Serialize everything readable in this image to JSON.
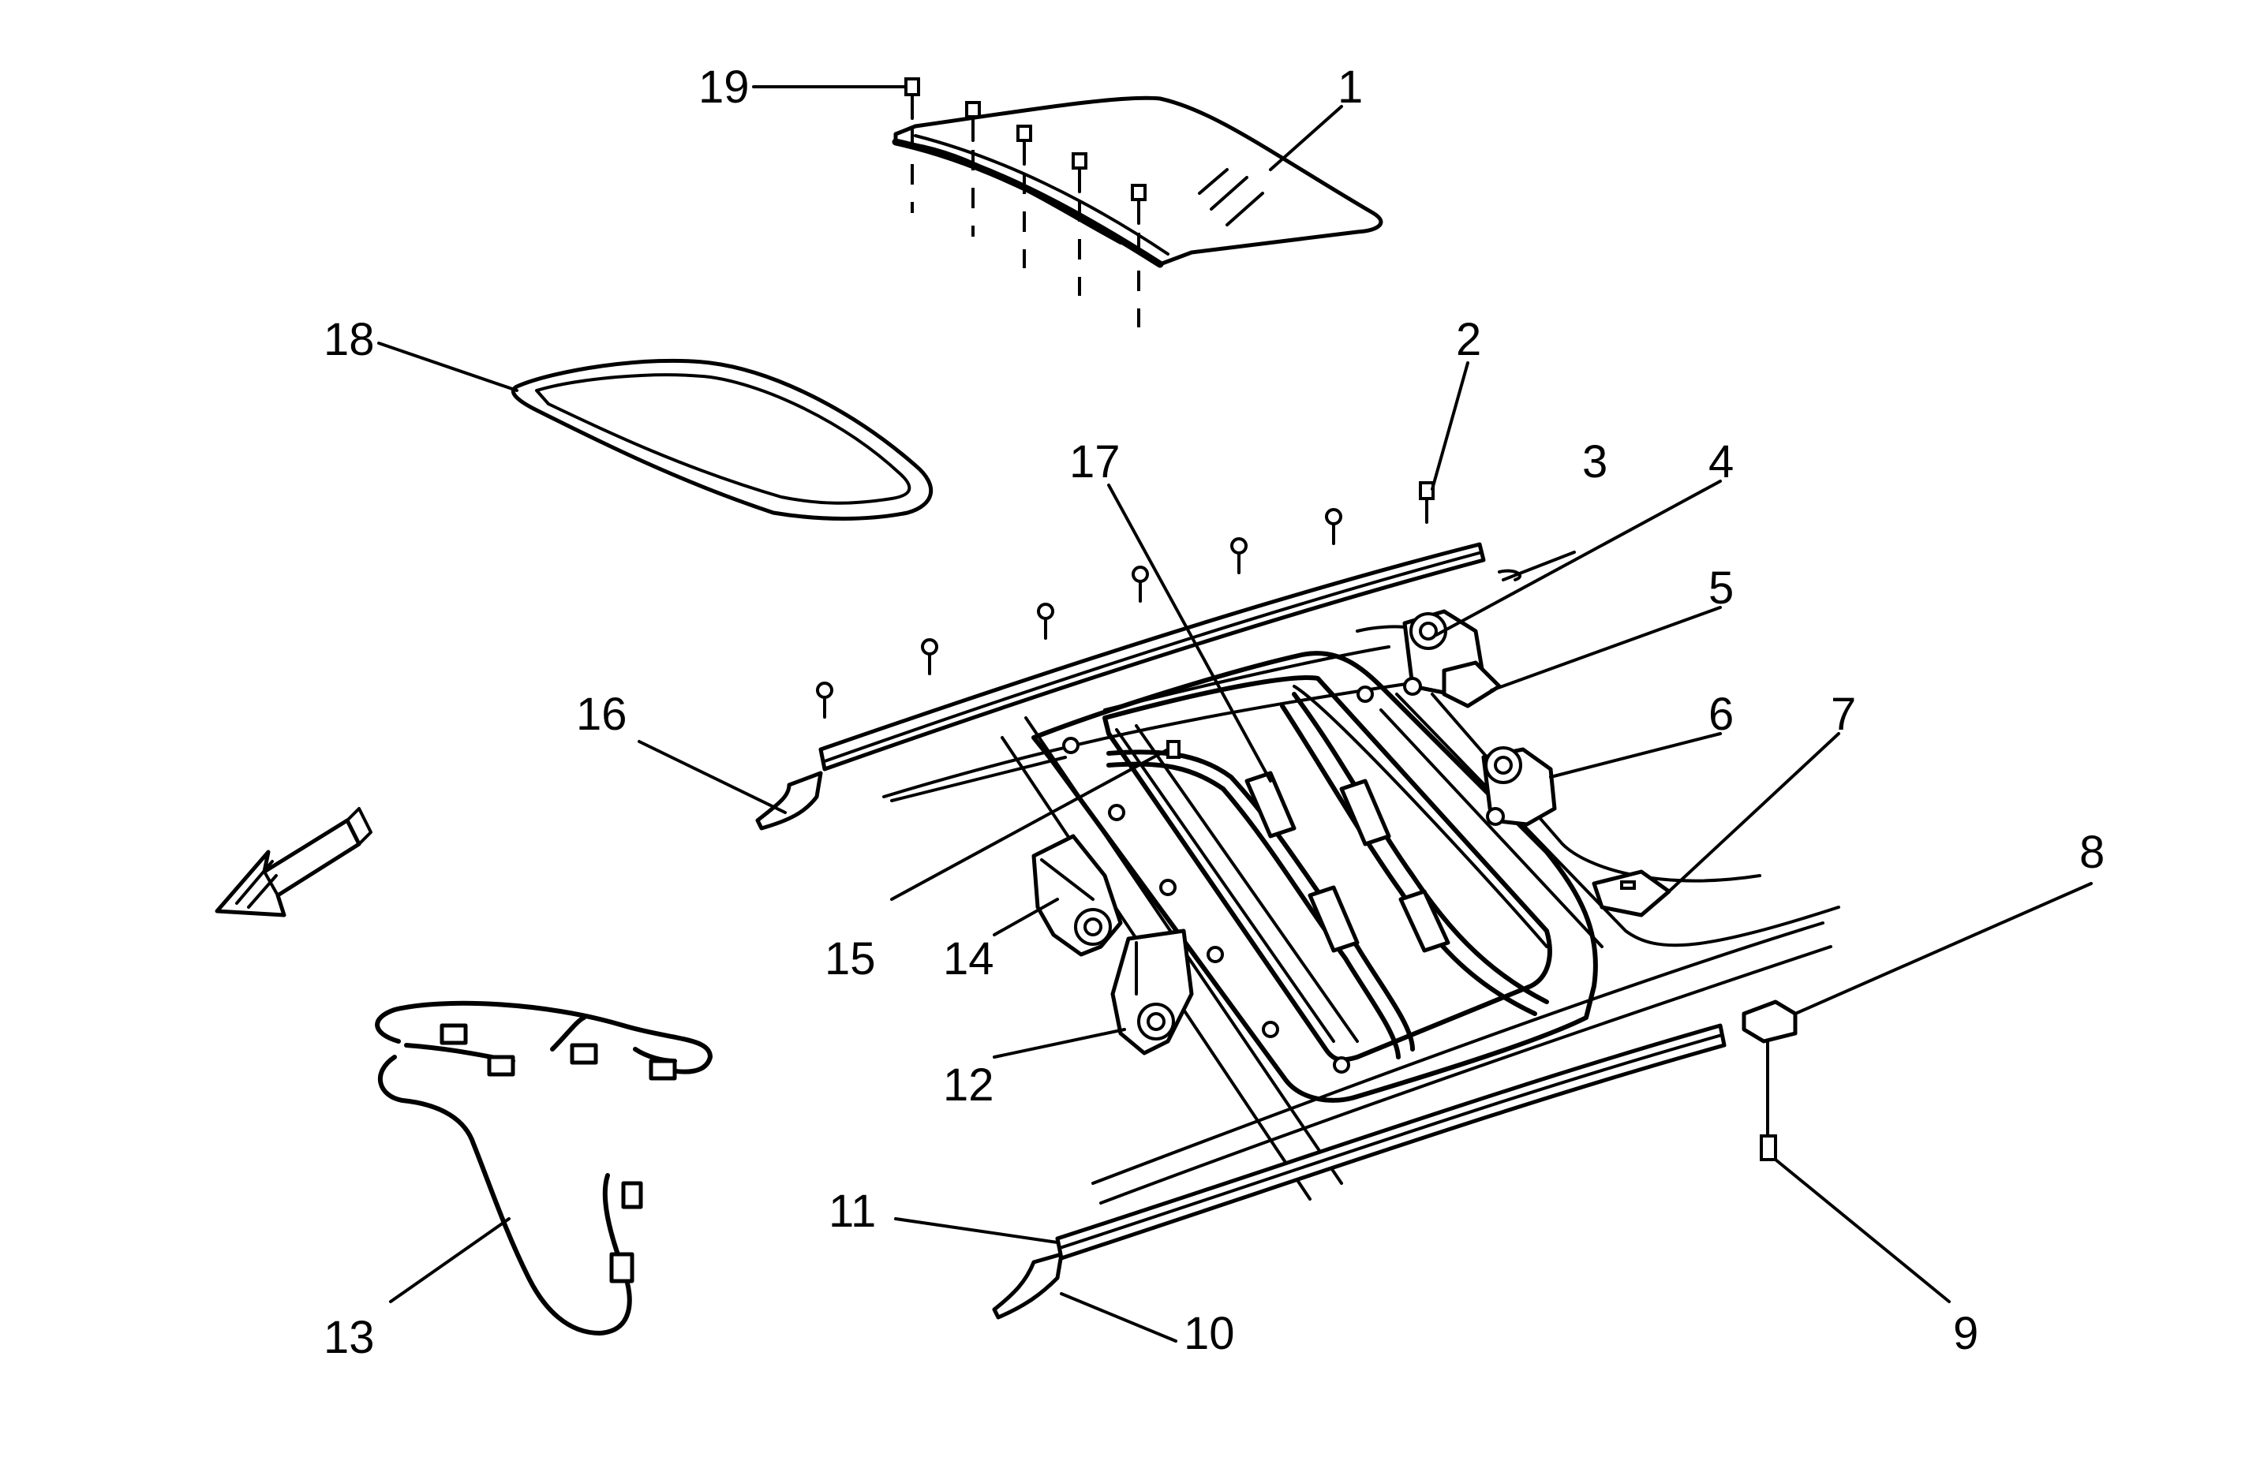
{
  "callouts": [
    "1",
    "2",
    "3",
    "4",
    "5",
    "6",
    "7",
    "8",
    "9",
    "10",
    "11",
    "12",
    "13",
    "14",
    "15",
    "16",
    "17",
    "18",
    "19"
  ],
  "icons": {
    "direction_arrow": "front-direction-arrow-icon"
  }
}
